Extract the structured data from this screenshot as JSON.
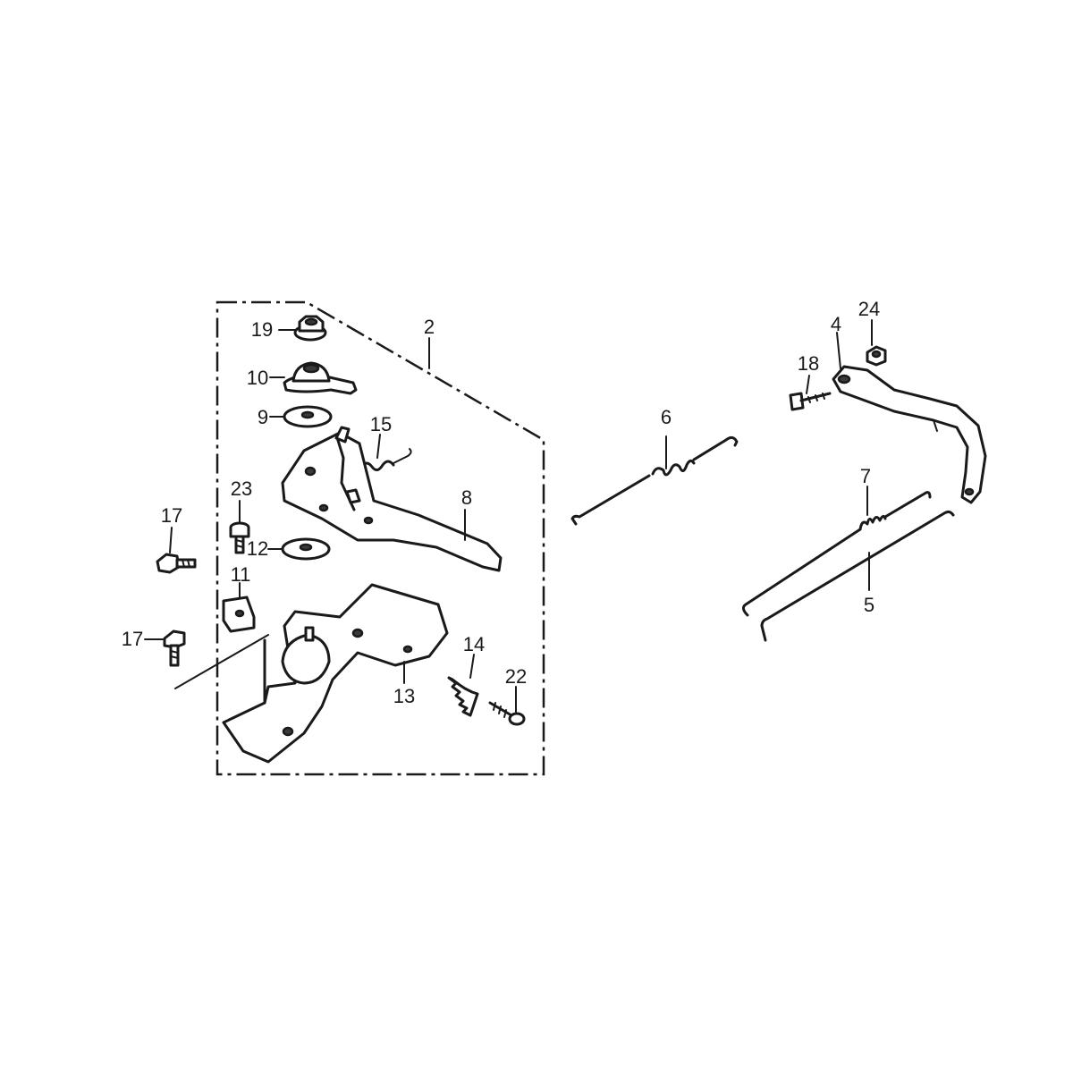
{
  "callouts": {
    "c2": "2",
    "c4": "4",
    "c5": "5",
    "c6": "6",
    "c7": "7",
    "c8": "8",
    "c9": "9",
    "c10": "10",
    "c11": "11",
    "c12": "12",
    "c13": "13",
    "c14": "14",
    "c15": "15",
    "c17a": "17",
    "c17b": "17",
    "c18": "18",
    "c19": "19",
    "c22": "22",
    "c23": "23",
    "c24": "24"
  },
  "colors": {
    "ink": "#1a1a1a",
    "paper": "#ffffff"
  }
}
